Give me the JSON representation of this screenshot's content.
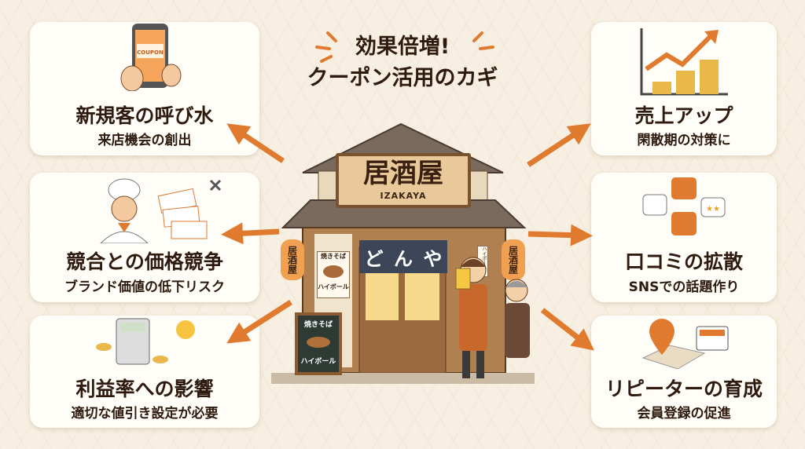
{
  "title": {
    "line1": "効果倍増!",
    "line2": "クーポン活用のカギ"
  },
  "shop": {
    "sign": "居酒屋",
    "sign_en": "IZAKAYA",
    "noren": [
      "ど",
      "ん",
      "や"
    ],
    "lantern": "居酒屋",
    "menu_poster": {
      "food": "焼きそば",
      "drink": "ハイボール"
    },
    "board": {
      "food": "焼きそば",
      "drink": "ハイボール"
    },
    "side_poster": "ハイボール"
  },
  "left_cards": [
    {
      "title": "新規客の呼び水",
      "subtitle": "来店機会の創出",
      "icon": "smartphone-coupon-icon",
      "coupon_label": "COUPON"
    },
    {
      "title": "競合との価格競争",
      "subtitle": "ブランド価値の低下リスク",
      "icon": "worried-chef-icon"
    },
    {
      "title": "利益率への影響",
      "subtitle": "適切な値引き設定が必要",
      "icon": "calculator-coins-icon"
    }
  ],
  "right_cards": [
    {
      "title": "売上アップ",
      "subtitle": "閑散期の対策に",
      "icon": "rising-chart-coins-icon"
    },
    {
      "title": "口コミの拡散",
      "subtitle": "SNSでの話題作り",
      "icon": "thumbs-up-reviews-icon"
    },
    {
      "title": "リピーターの育成",
      "subtitle": "会員登録の促進",
      "icon": "map-pin-shop-icon"
    }
  ],
  "colors": {
    "accent": "#e07a2e",
    "card": "#fffdf8",
    "background": "#f7efe1",
    "text": "#2e1a0e"
  }
}
